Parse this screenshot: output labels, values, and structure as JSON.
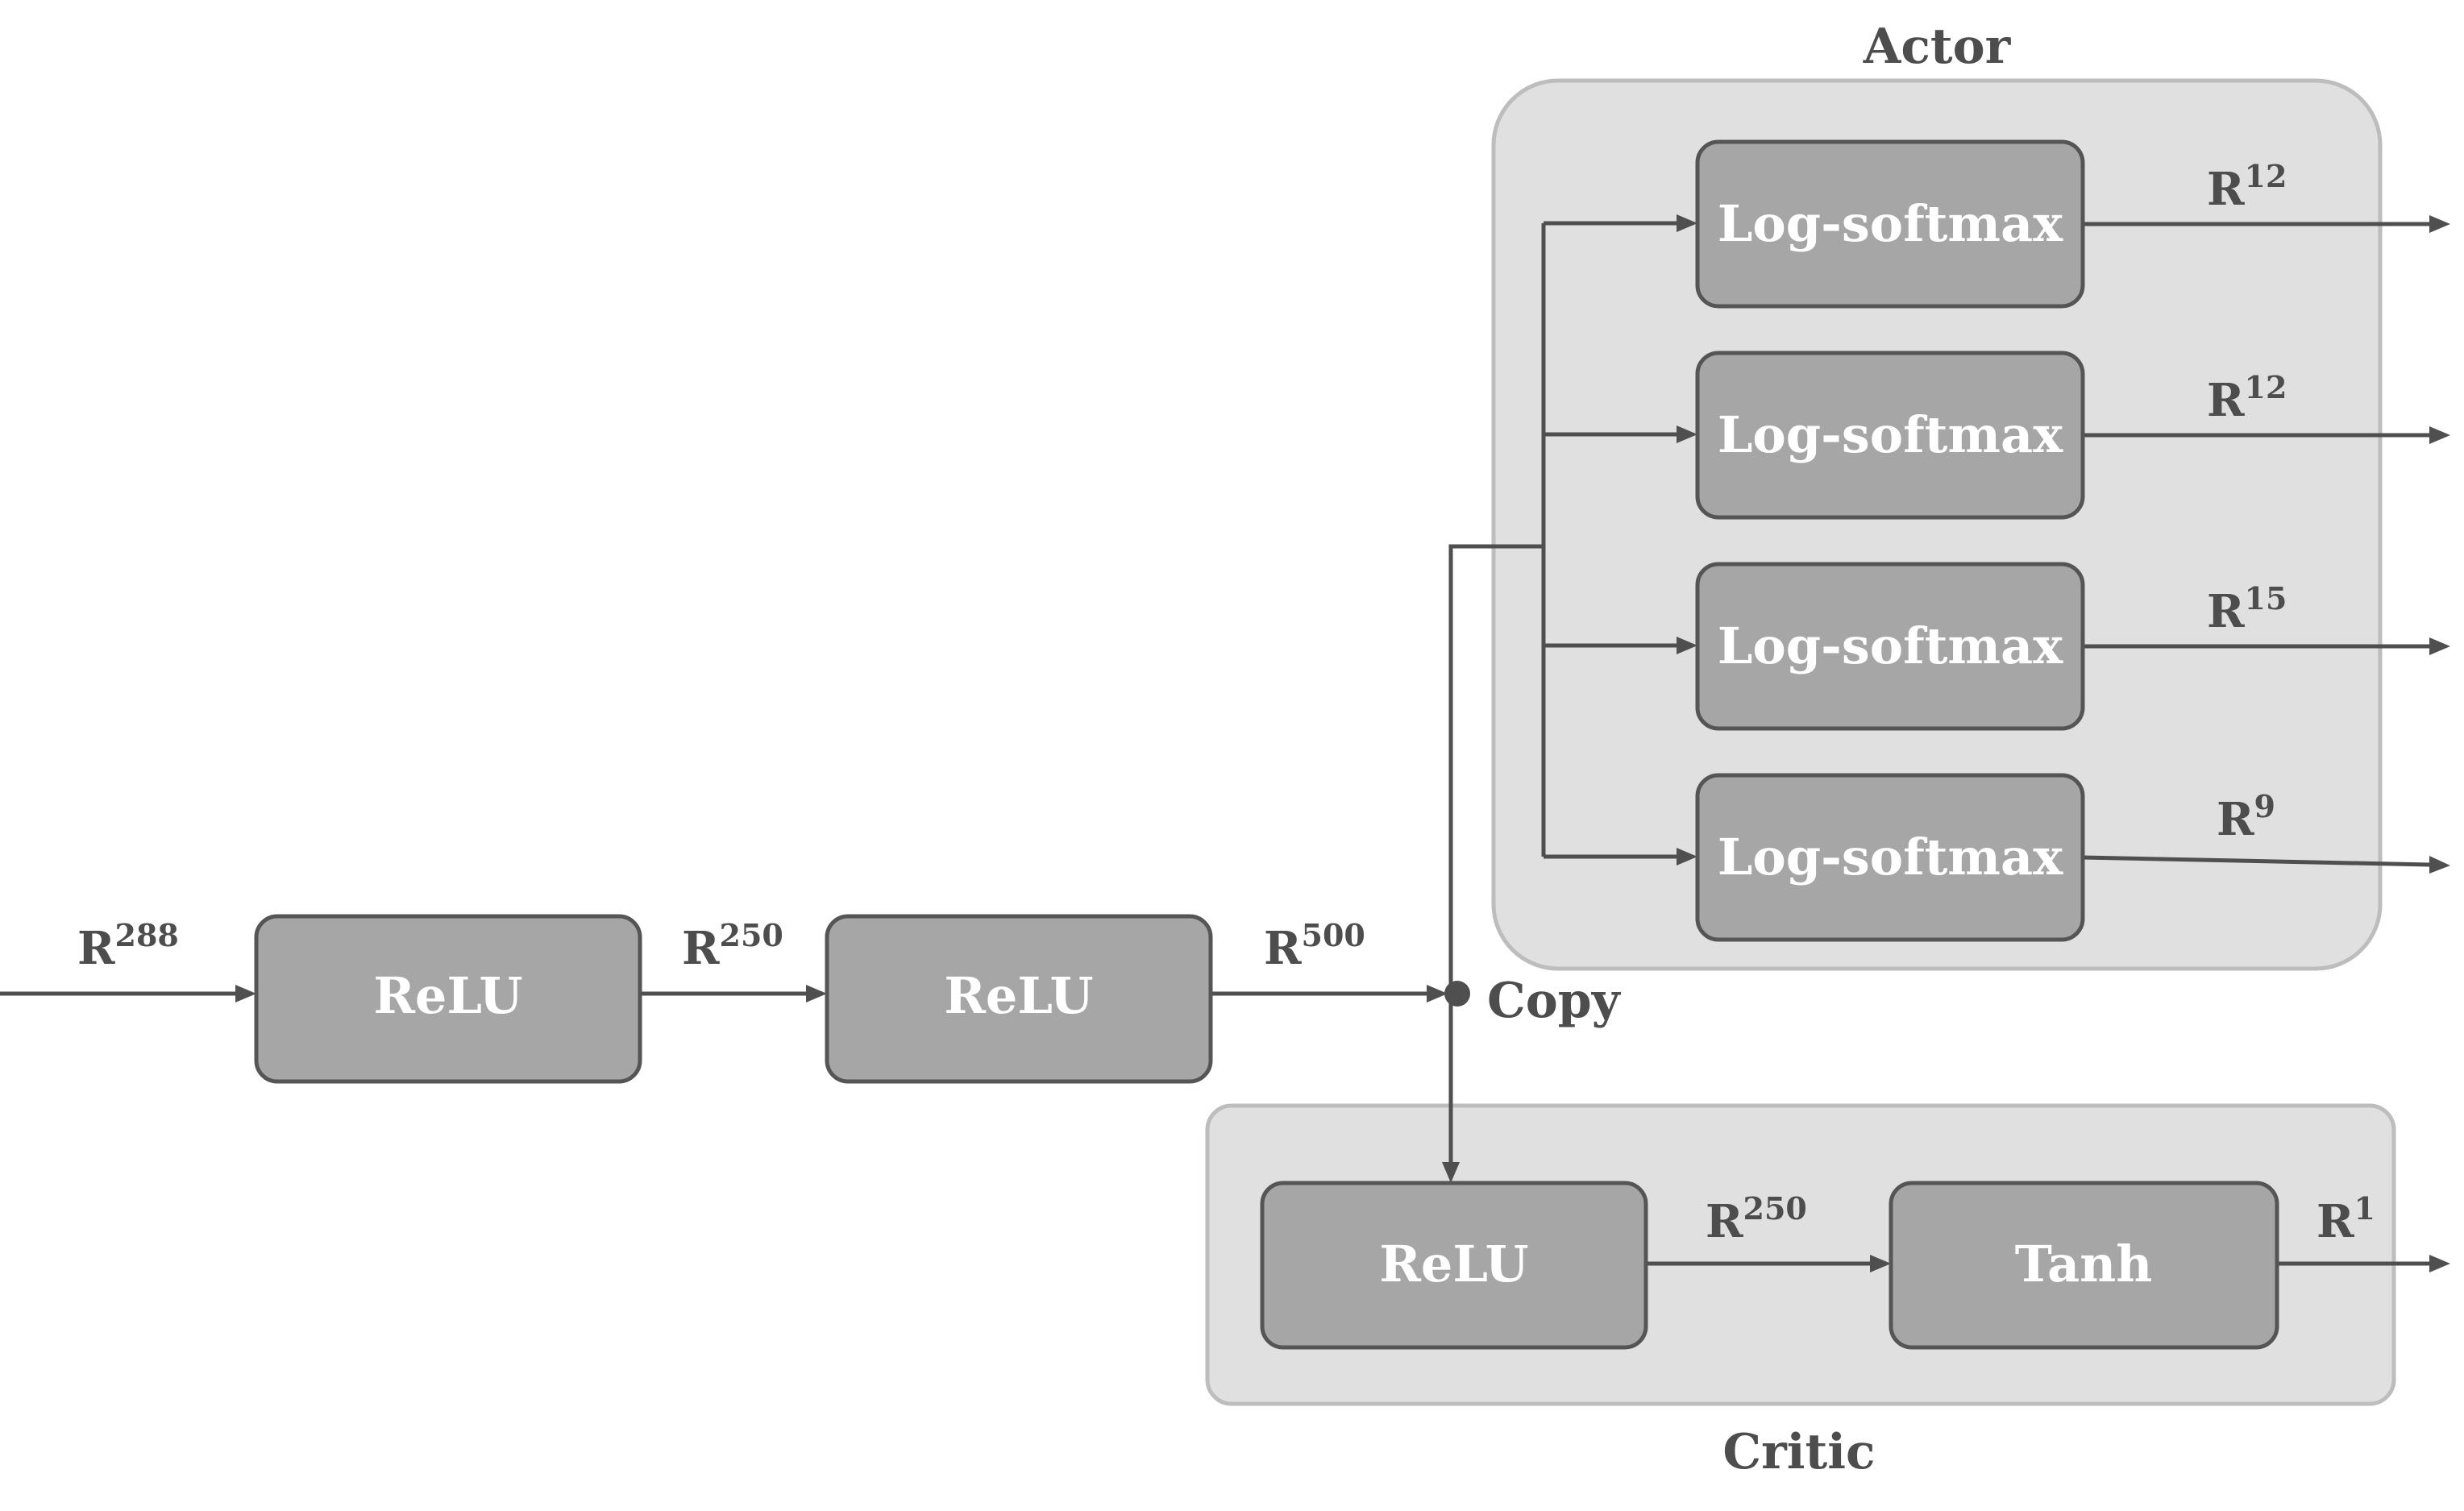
{
  "diagram": {
    "groups": {
      "actor": {
        "title": "Actor"
      },
      "critic": {
        "title": "Critic"
      }
    },
    "nodes": {
      "relu_1": {
        "label": "ReLU"
      },
      "relu_2": {
        "label": "ReLU"
      },
      "logsoftmax_1": {
        "label": "Log-softmax"
      },
      "logsoftmax_2": {
        "label": "Log-softmax"
      },
      "logsoftmax_3": {
        "label": "Log-softmax"
      },
      "logsoftmax_4": {
        "label": "Log-softmax"
      },
      "critic_relu": {
        "label": "ReLU"
      },
      "critic_tanh": {
        "label": "Tanh"
      }
    },
    "junction": {
      "label": "Copy"
    },
    "edge_labels": {
      "input": {
        "base": "R",
        "exp": "288"
      },
      "relu1_to_relu2": {
        "base": "R",
        "exp": "250"
      },
      "relu2_to_copy": {
        "base": "R",
        "exp": "500"
      },
      "actor_out_1": {
        "base": "R",
        "exp": "12"
      },
      "actor_out_2": {
        "base": "R",
        "exp": "12"
      },
      "actor_out_3": {
        "base": "R",
        "exp": "15"
      },
      "actor_out_4": {
        "base": "R",
        "exp": "9"
      },
      "critic_mid": {
        "base": "R",
        "exp": "250"
      },
      "critic_out": {
        "base": "R",
        "exp": "1"
      }
    },
    "colors": {
      "node_fill": "#a6a6a6",
      "node_stroke": "#555555",
      "group_fill": "#e0e0e0",
      "group_stroke": "#bdbdbd",
      "text_dark": "#4d4d4d",
      "text_light": "#ffffff",
      "wire": "#4f4f4f"
    }
  }
}
